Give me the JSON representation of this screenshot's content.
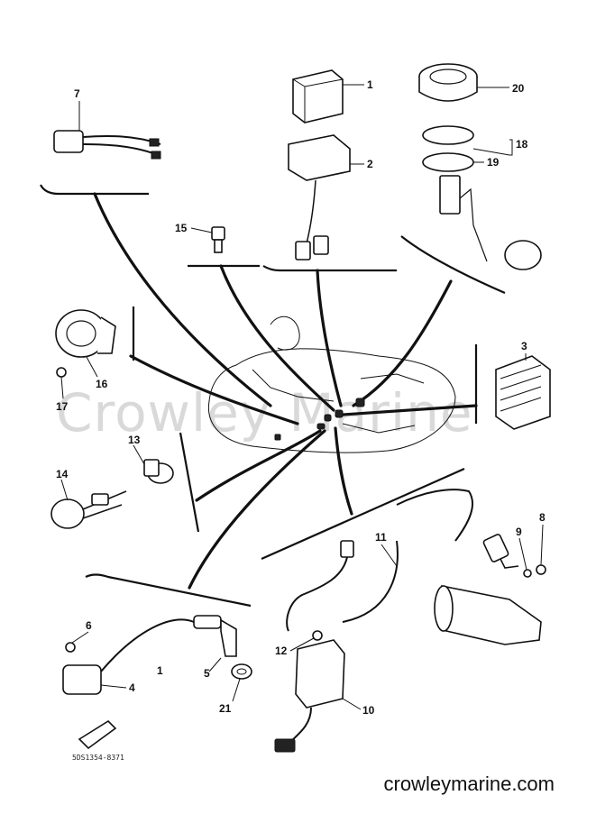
{
  "watermark": "Crowley Marine",
  "footer_site": "crowleymarine.com",
  "diagram_part_number": "5DS1354-8371",
  "callouts": {
    "c1_top": "1",
    "c2": "2",
    "c3": "3",
    "c4": "4",
    "c5": "5",
    "c6": "6",
    "c7": "7",
    "c8": "8",
    "c9": "9",
    "c10": "10",
    "c11": "11",
    "c12": "12",
    "c13": "13",
    "c14": "14",
    "c15": "15",
    "c16": "16",
    "c17": "17",
    "c18": "18",
    "c19": "19",
    "c20": "20",
    "c21": "21",
    "c1_bottom": "1"
  }
}
